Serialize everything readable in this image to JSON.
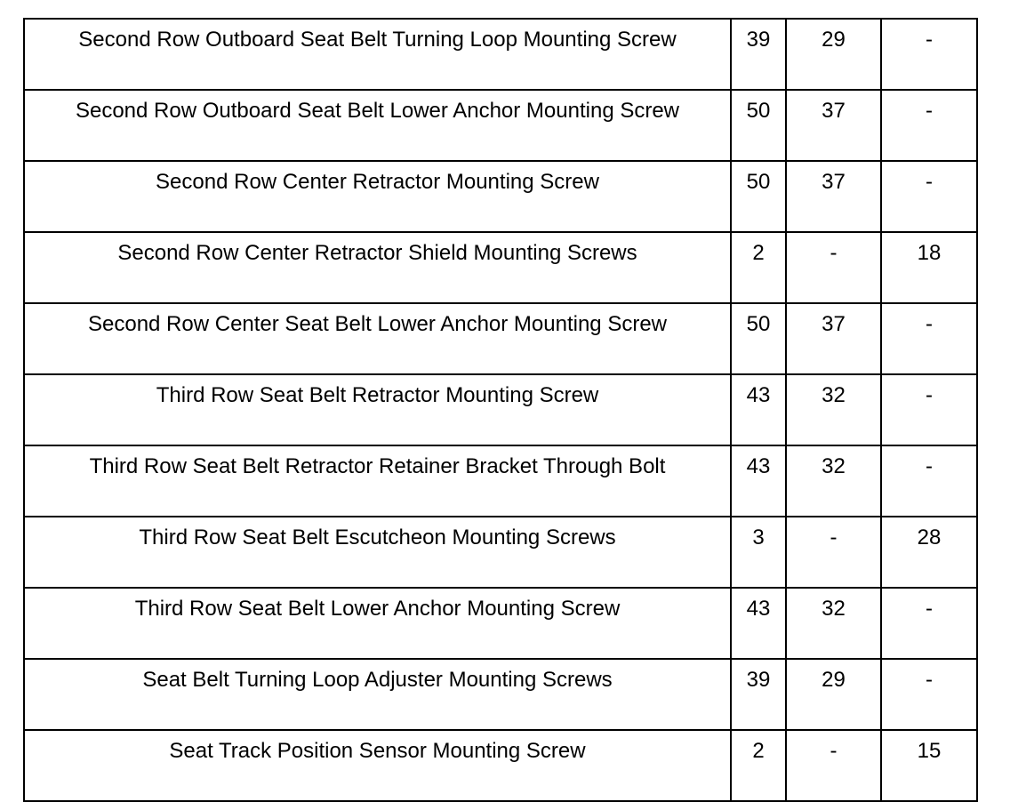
{
  "rows": [
    {
      "description": "Second Row Outboard Seat Belt Turning Loop Mounting Screw",
      "nm": "39",
      "lb_ft": "29",
      "lb_in": "-"
    },
    {
      "description": "Second Row Outboard Seat Belt Lower Anchor Mounting Screw",
      "nm": "50",
      "lb_ft": "37",
      "lb_in": "-"
    },
    {
      "description": "Second Row Center Retractor Mounting Screw",
      "nm": "50",
      "lb_ft": "37",
      "lb_in": "-"
    },
    {
      "description": "Second Row Center Retractor Shield Mounting Screws",
      "nm": "2",
      "lb_ft": "-",
      "lb_in": "18"
    },
    {
      "description": "Second Row Center Seat Belt Lower Anchor Mounting Screw",
      "nm": "50",
      "lb_ft": "37",
      "lb_in": "-"
    },
    {
      "description": "Third Row Seat Belt Retractor Mounting Screw",
      "nm": "43",
      "lb_ft": "32",
      "lb_in": "-"
    },
    {
      "description": "Third Row Seat Belt Retractor Retainer Bracket Through Bolt",
      "nm": "43",
      "lb_ft": "32",
      "lb_in": "-"
    },
    {
      "description": "Third Row Seat Belt Escutcheon Mounting Screws",
      "nm": "3",
      "lb_ft": "-",
      "lb_in": "28"
    },
    {
      "description": "Third Row Seat Belt Lower Anchor Mounting Screw",
      "nm": "43",
      "lb_ft": "32",
      "lb_in": "-"
    },
    {
      "description": "Seat Belt Turning Loop Adjuster Mounting Screws",
      "nm": "39",
      "lb_ft": "29",
      "lb_in": "-"
    },
    {
      "description": "Seat Track Position Sensor Mounting Screw",
      "nm": "2",
      "lb_ft": "-",
      "lb_in": "15"
    }
  ]
}
